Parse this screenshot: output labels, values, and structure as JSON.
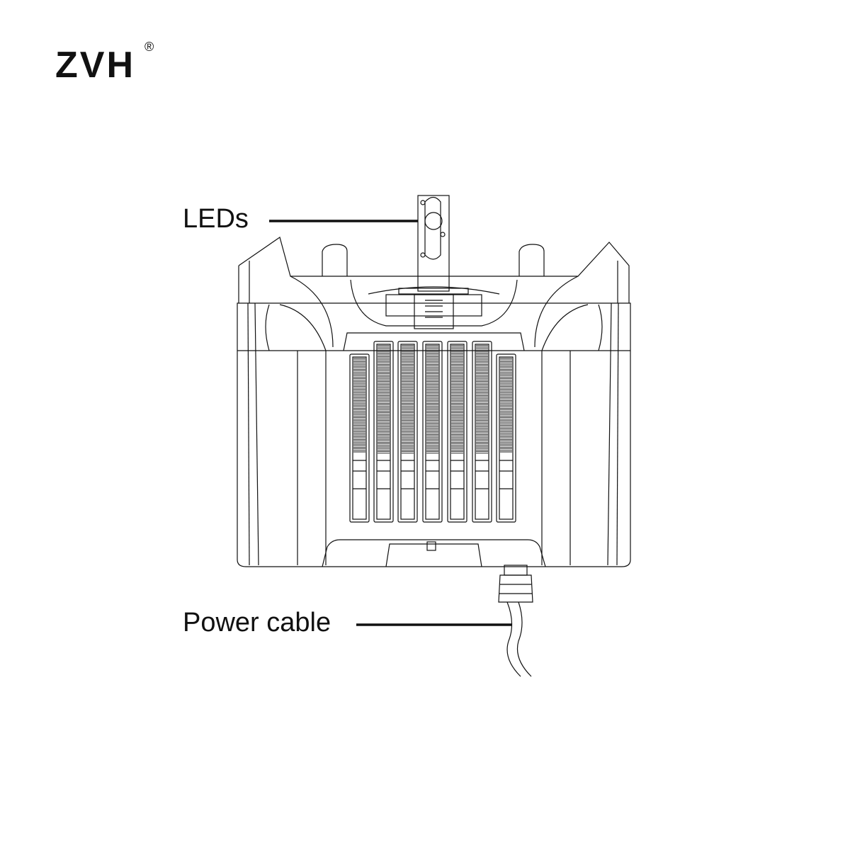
{
  "logo": {
    "text": "ZVH",
    "registered": "®"
  },
  "labels": {
    "leds": "LEDs",
    "power_cable": "Power cable"
  },
  "colors": {
    "line": "#111111",
    "background": "#ffffff"
  }
}
